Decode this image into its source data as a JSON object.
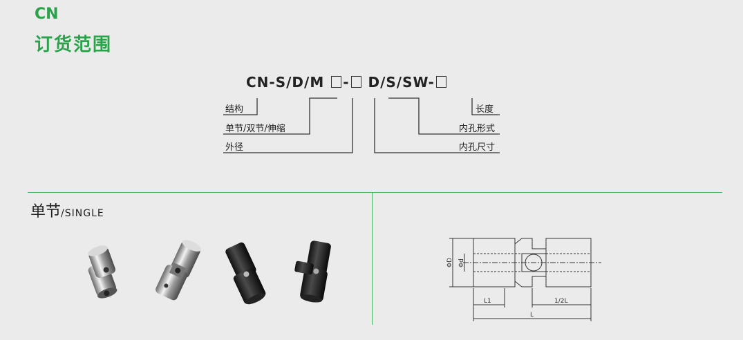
{
  "header": {
    "code": "CN",
    "title": "订货范围"
  },
  "order_code": {
    "part1": "CN-S/D/M",
    "sep1": "-",
    "part2": "D/S/SW-"
  },
  "labels": {
    "structure": "结构",
    "joint_type": "单节/双节/伸缩",
    "outer_diameter": "外径",
    "length": "长度",
    "bore_form": "内孔形式",
    "bore_size": "内孔尺寸"
  },
  "section": {
    "title": "单节",
    "subtitle": "/SINGLE"
  },
  "drawing": {
    "dim_outer": "ΦD",
    "dim_bore": "Φd",
    "dim_l1": "L1",
    "dim_half": "1/2L",
    "dim_total": "L"
  },
  "colors": {
    "accent": "#2aa24a",
    "divider": "#49b562"
  }
}
